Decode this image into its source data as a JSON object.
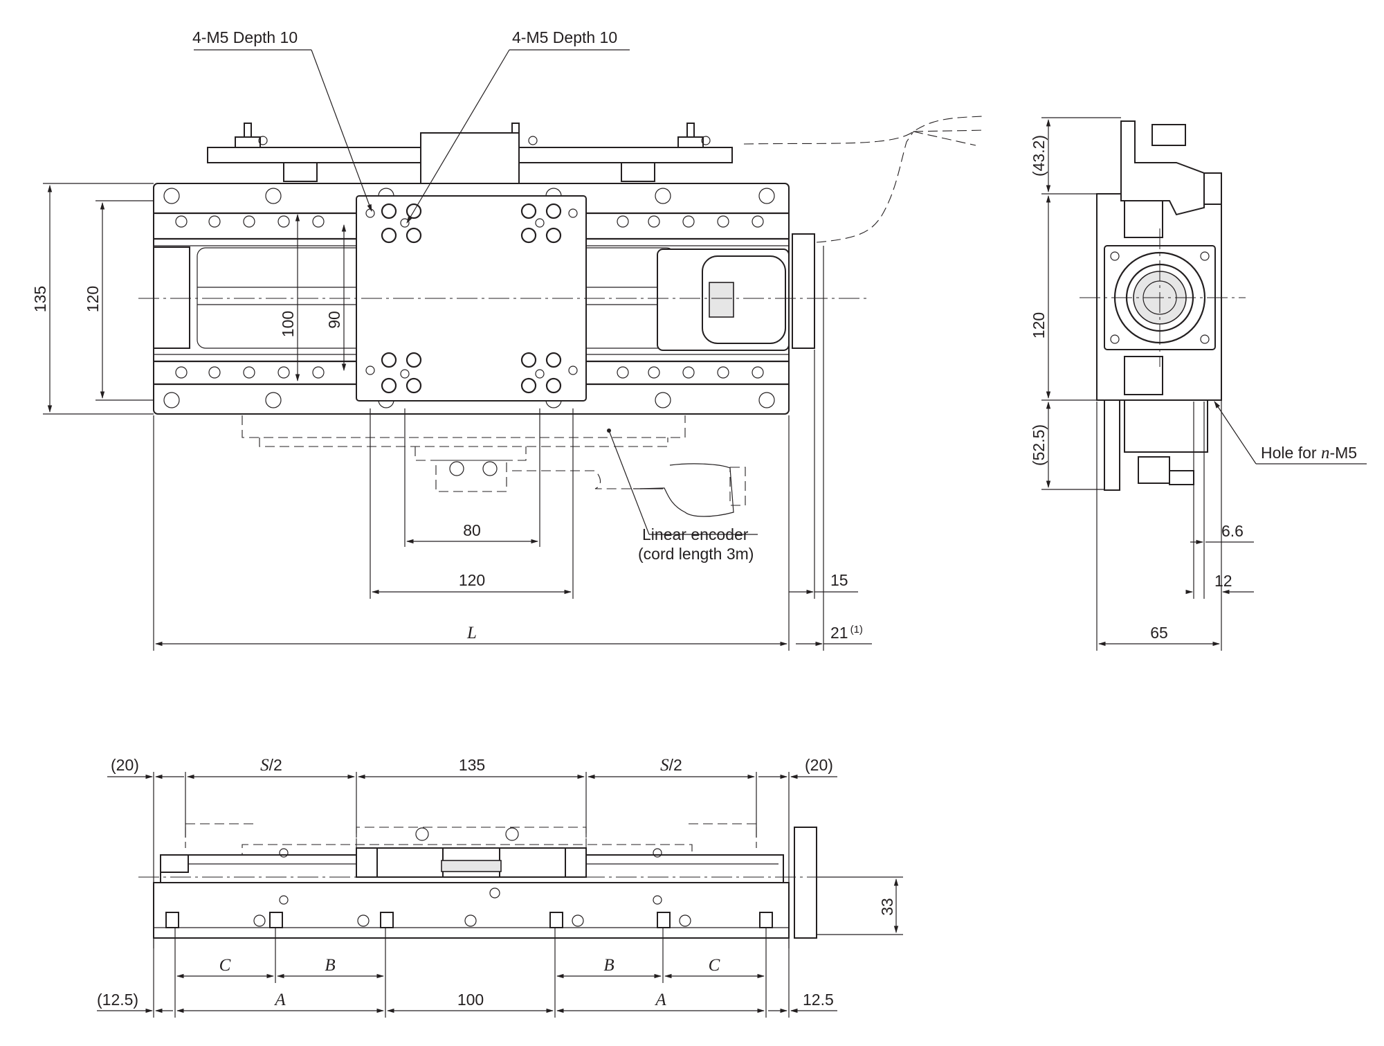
{
  "labels": {
    "callout_hole_left": "4-M5 Depth 10",
    "callout_hole_right": "4-M5 Depth 10",
    "encoder_line1": "Linear encoder",
    "encoder_line2": "(cord length 3m)",
    "hole_callout_prefix": "Hole for ",
    "hole_callout_var": "n",
    "hole_callout_suffix": "-M5"
  },
  "top_view_dims": {
    "height_135": "135",
    "height_120": "120",
    "height_100": "100",
    "height_90": "90",
    "width_80": "80",
    "width_120": "120",
    "length_L": "L",
    "motor_15": "15",
    "motor_21": "21",
    "motor_21_note": "(1)"
  },
  "side_view_dims": {
    "top_43_2": "(43.2)",
    "height_120": "120",
    "bottom_52_5": "(52.5)",
    "dim_6_6": "6.6",
    "dim_12": "12",
    "width_65": "65"
  },
  "front_view_dims": {
    "left_20": "(20)",
    "right_20": "(20)",
    "stroke_half_left": "S",
    "stroke_half_left_suffix": "/2",
    "stroke_half_right": "S",
    "stroke_half_right_suffix": "/2",
    "table_135": "135",
    "height_33": "33",
    "c_left": "C",
    "b_left": "B",
    "b_right": "B",
    "c_right": "C",
    "left_12_5": "(12.5)",
    "a_left": "A",
    "mid_100": "100",
    "a_right": "A",
    "right_12_5": "12.5"
  }
}
